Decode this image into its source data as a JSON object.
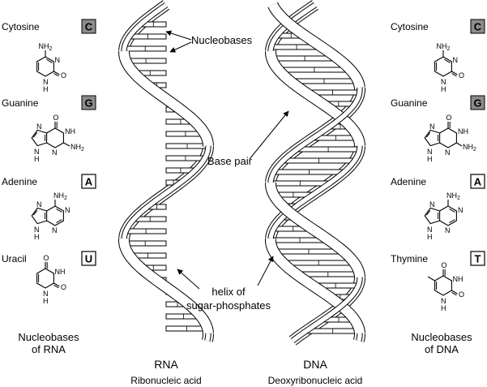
{
  "nucleobases_rna": {
    "caption_line1": "Nucleobases",
    "caption_line2": "of RNA",
    "bases": [
      {
        "name": "Cytosine",
        "letter": "C",
        "badge": "filled"
      },
      {
        "name": "Guanine",
        "letter": "G",
        "badge": "filled"
      },
      {
        "name": "Adenine",
        "letter": "A",
        "badge": "outline"
      },
      {
        "name": "Uracil",
        "letter": "U",
        "badge": "outline"
      }
    ]
  },
  "nucleobases_dna": {
    "caption_line1": "Nucleobases",
    "caption_line2": "of DNA",
    "bases": [
      {
        "name": "Cytosine",
        "letter": "C",
        "badge": "filled"
      },
      {
        "name": "Guanine",
        "letter": "G",
        "badge": "filled"
      },
      {
        "name": "Adenine",
        "letter": "A",
        "badge": "outline"
      },
      {
        "name": "Thymine",
        "letter": "T",
        "badge": "outline"
      }
    ]
  },
  "atoms": {
    "nh2": "NH",
    "nh2_sub": "2",
    "nh": "NH",
    "n": "N",
    "h": "H",
    "o": "O"
  },
  "labels": {
    "nucleobases": "Nucleobases",
    "base_pair": "Base pair",
    "helix_line1": "helix of",
    "helix_line2": "sugar-phosphates"
  },
  "rna": {
    "title": "RNA",
    "subtitle": "Ribonucleic acid"
  },
  "dna": {
    "title": "DNA",
    "subtitle": "Deoxyribonucleic acid"
  },
  "colors": {
    "badge_filled": "#8c8c8c",
    "badge_outline": "#ffffff",
    "stroke": "#000000"
  }
}
